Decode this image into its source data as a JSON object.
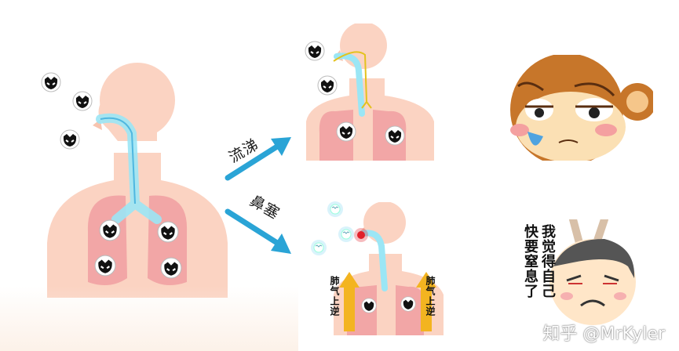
{
  "labels": {
    "runny_nose": "流涕",
    "stuffy_nose": "鼻塞",
    "cough_left": "肺气上逆",
    "cough_right": "肺气上逆"
  },
  "cartoon": {
    "text_col1": "我觉得自己",
    "text_col2": "快要窒息了"
  },
  "watermark": "知乎 @MrKyler",
  "colors": {
    "skin": "#fbd3c2",
    "lung": "#f2a6a6",
    "airway": "#9be6f5",
    "arrow": "#2aa4d6",
    "side_arrow": "#f3b420"
  }
}
